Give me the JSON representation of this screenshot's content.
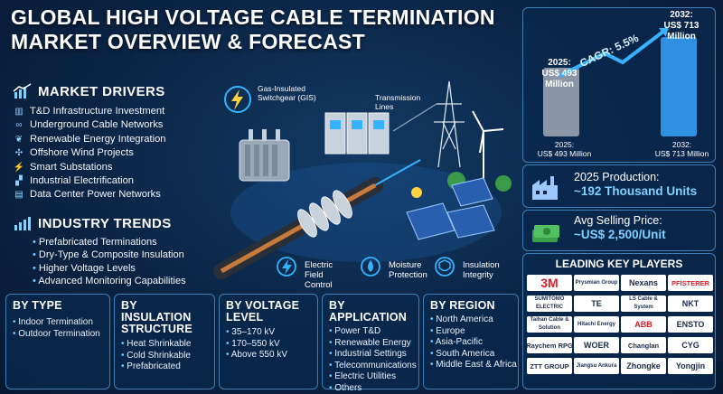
{
  "title": {
    "line1": "GLOBAL HIGH VOLTAGE CABLE TERMINATION",
    "line2": "MARKET OVERVIEW & FORECAST"
  },
  "drivers": {
    "heading": "MARKET DRIVERS",
    "items": [
      {
        "icon": "bar-chart-icon",
        "label": "T&D Infrastructure Investment"
      },
      {
        "icon": "cable-icon",
        "label": "Underground Cable Networks"
      },
      {
        "icon": "leaf-icon",
        "label": "Renewable Energy Integration"
      },
      {
        "icon": "wind-turbine-icon",
        "label": "Offshore Wind Projects"
      },
      {
        "icon": "substation-icon",
        "label": "Smart Substations"
      },
      {
        "icon": "factory-icon",
        "label": "Industrial Electrification"
      },
      {
        "icon": "server-icon",
        "label": "Data Center Power Networks"
      }
    ]
  },
  "trends": {
    "heading": "INDUSTRY TRENDS",
    "items": [
      "Prefabricated Terminations",
      "Dry-Type & Composite Insulation",
      "Higher Voltage Levels",
      "Advanced Monitoring Capabilities"
    ]
  },
  "illustration": {
    "gis_label": "Gas-Insulated Switchgear (GIS)",
    "lines_label": "Transmission Lines",
    "features": [
      "Electric Field Control",
      "Moisture Protection",
      "Insulation Integrity"
    ]
  },
  "forecast": {
    "cagr": "CAGR: 5.5%",
    "start_year_label": "2025:",
    "start_value_label": "US$ 493 Million",
    "end_year_label": "2032:",
    "end_value_label": "US$ 713 Million",
    "base_start": "2025:",
    "base_start_value": "US$ 493 Million",
    "base_end": "2032:",
    "base_end_value": "US$ 713 Million"
  },
  "chart_data": {
    "type": "bar",
    "categories": [
      "2025",
      "2032"
    ],
    "values": [
      493,
      713
    ],
    "title": "",
    "xlabel": "",
    "ylabel": ""
  },
  "production": {
    "label": "2025 Production:",
    "value": "~192 Thousand Units"
  },
  "price": {
    "label": "Avg Selling Price:",
    "value": "~US$ 2,500/Unit"
  },
  "players": {
    "heading": "LEADING KEY PLAYERS",
    "logos": [
      [
        "3M",
        "Prysmian Group",
        "Nexans",
        "PFISTERER"
      ],
      [
        "SUMITOMO ELECTRIC",
        "TE",
        "LS Cable & System",
        "NKT"
      ],
      [
        "Taihan Cable & Solution",
        "Hitachi Energy",
        "ABB",
        "ENSTO"
      ],
      [
        "Raychem RPG",
        "WOER",
        "Changlan",
        "CYG"
      ],
      [
        "ZTT GROUP",
        "Jiangsu Ankura",
        "Zhongke",
        "Yongjin"
      ]
    ]
  },
  "segments": [
    {
      "title": "BY TYPE",
      "items": [
        "Indoor Termination",
        "Outdoor Termination"
      ]
    },
    {
      "title": "BY INSULATION STRUCTURE",
      "items": [
        "Heat Shrinkable",
        "Cold Shrinkable",
        "Prefabricated"
      ]
    },
    {
      "title": "BY VOLTAGE LEVEL",
      "items": [
        "35–170 kV",
        "170–550 kV",
        "Above 550 kV"
      ]
    },
    {
      "title": "BY APPLICATION",
      "items": [
        "Power T&D",
        "Renewable Energy",
        "Industrial Settings",
        "Telecommunications",
        "Electric Utilities",
        "Others"
      ]
    },
    {
      "title": "BY REGION",
      "items": [
        "North America",
        "Europe",
        "Asia-Pacific",
        "South America",
        "Middle East & Africa"
      ]
    }
  ],
  "colors": {
    "accent": "#36b3ff",
    "background": "#0b2445",
    "panel_border": "#3d7fb6"
  }
}
